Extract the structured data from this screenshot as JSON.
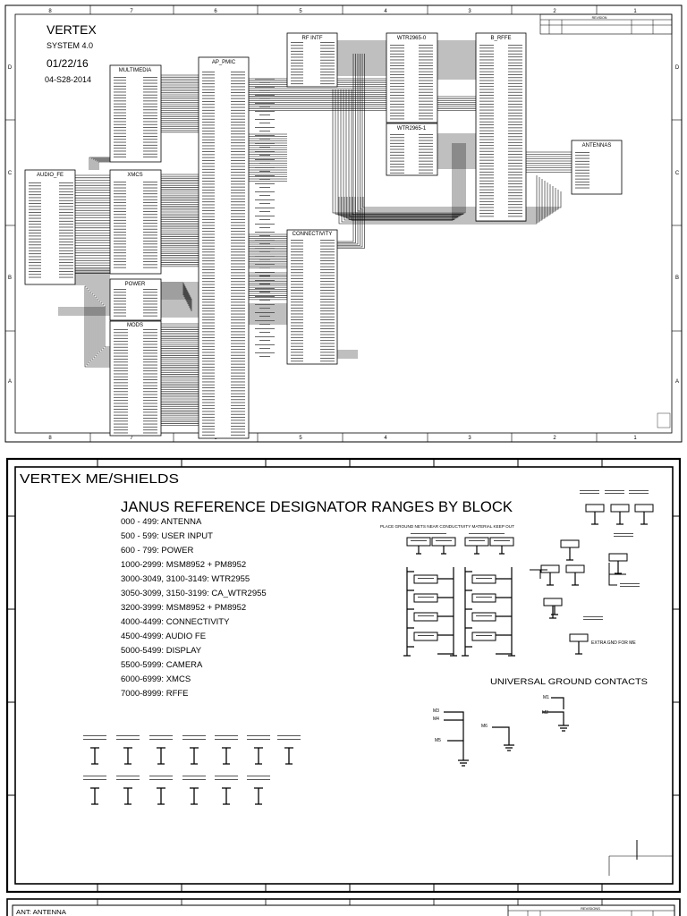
{
  "sheet1": {
    "zone_columns": [
      "8",
      "7",
      "6",
      "5",
      "4",
      "3",
      "2",
      "1"
    ],
    "zone_rows": [
      "D",
      "C",
      "B",
      "A"
    ],
    "title": "VERTEX",
    "system": "SYSTEM 4.0",
    "date": "01/22/16",
    "doc_number": "04-S28-2014",
    "revision_header": "REVISION",
    "blocks": {
      "multimedia": "MULTIMEDIA",
      "ap_pmic": "AP_PMIC",
      "rf_intf": "RF INTF",
      "wtr0": "WTR2965-0",
      "b_rffe": "B_RFFE",
      "wtr1": "WTR2965-1",
      "antennas": "ANTENNAS",
      "audio_fe": "AUDIO_FE",
      "xmcs": "XMCS",
      "connectivity": "CONNECTIVITY",
      "power": "POWER",
      "mods": "MODS"
    }
  },
  "sheet2": {
    "title": "VERTEX ME/SHIELDS",
    "heading": "JANUS REFERENCE DESIGNATOR RANGES BY BLOCK",
    "ranges": [
      "000 - 499: ANTENNA",
      "500 - 599: USER INPUT",
      "600 - 799: POWER",
      "1000-2999: MSM8952 + PM8952",
      "3000-3049, 3100-3149: WTR2955",
      "3050-3099, 3150-3199: CA_WTR2955",
      "3200-3999: MSM8952 + PM8952",
      "4000-4499: CONNECTIVITY",
      "4500-4999: AUDIO FE",
      "5000-5499: DISPLAY",
      "5500-5999: CAMERA",
      "6000-6999: XMCS",
      "7000-8999: RFFE"
    ],
    "shield_note": "PLACE GROUND NETS NEAR CONDUCTIVITY MATERIAL KEEP OUT",
    "extra_note": "EXTRA GND FOR ME",
    "ugc_heading": "UNIVERSAL GROUND CONTACTS",
    "m_labels": [
      "M1",
      "M2",
      "M3",
      "M4",
      "M5",
      "M6"
    ]
  },
  "sheet3": {
    "title": "ANT: ANTENNA",
    "revision_header": "REVISIONS"
  }
}
